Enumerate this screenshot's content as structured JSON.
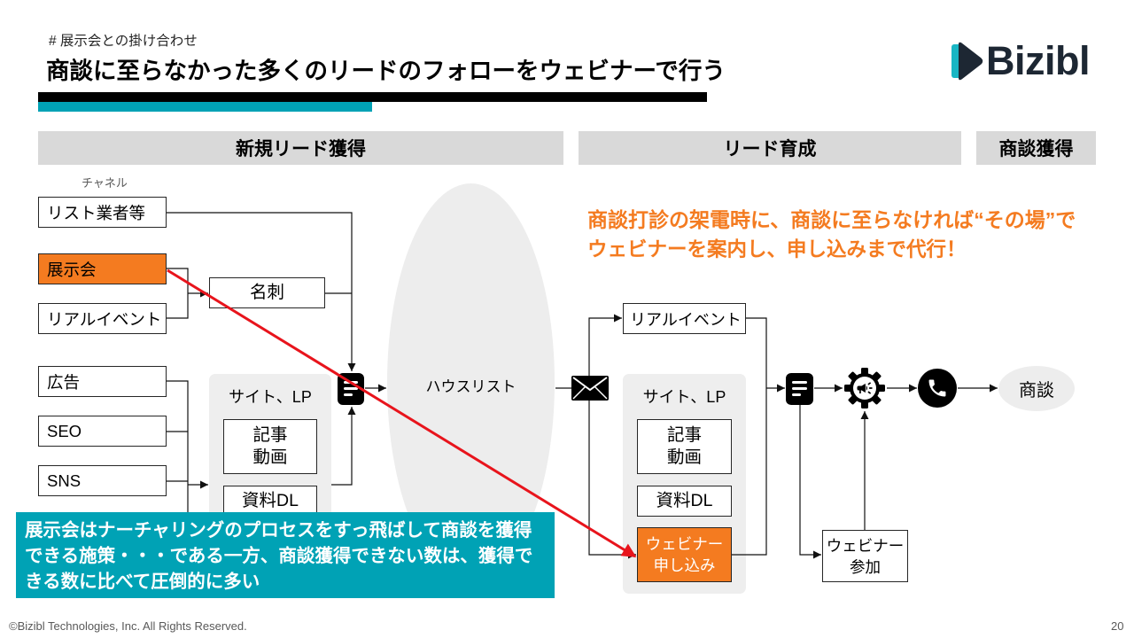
{
  "slide": {
    "section_tag": "# 展示会との掛け合わせ",
    "title": "商談に至らなかった多くのリードのフォローをウェビナーで行う",
    "footer_copyright": "©Bizibl Technologies, Inc. All Rights Reserved.",
    "page_number": "20"
  },
  "logo": {
    "text": "Bizibl",
    "icon": "bizibl-play-logo-icon"
  },
  "phases": {
    "acquisition": "新規リード獲得",
    "nurturing": "リード育成",
    "deal": "商談獲得"
  },
  "channels": {
    "heading": "チャネル",
    "items": [
      {
        "label": "リスト業者等",
        "highlight": false
      },
      {
        "label": "展示会",
        "highlight": true
      },
      {
        "label": "リアルイベント",
        "highlight": false
      },
      {
        "label": "広告",
        "highlight": false
      },
      {
        "label": "SEO",
        "highlight": false
      },
      {
        "label": "SNS",
        "highlight": false
      }
    ]
  },
  "acquisition": {
    "business_card": "名刺",
    "site_panel": {
      "title": "サイト、LP",
      "article_video": [
        "記事",
        "動画"
      ],
      "download": "資料DL"
    },
    "lead_icon": "document-icon"
  },
  "house_list": {
    "label": "ハウスリスト"
  },
  "nurturing": {
    "email_icon": "envelope-icon",
    "real_event": "リアルイベント",
    "site_panel": {
      "title": "サイト、LP",
      "article_video": [
        "記事",
        "動画"
      ],
      "download": "資料DL",
      "webinar_signup": {
        "lines": [
          "ウェビナー",
          "申し込み"
        ],
        "highlight": true
      }
    },
    "lead_icon": "document-icon",
    "webinar_icon": "gear-megaphone-icon",
    "webinar_attend": [
      "ウェビナー",
      "参加"
    ],
    "call_icon": "phone-icon"
  },
  "deal": {
    "label": "商談"
  },
  "callout": {
    "lines": [
      "商談打診の架電時に、商談に至らなければ“その場”で",
      "ウェビナーを案内し、申し込みまで代行！"
    ]
  },
  "note": {
    "lines": [
      "展示会はナーチャリングのプロセスをすっ飛ばして商談を獲得",
      "できる施策・・・である一方、商談獲得できない数は、獲得で",
      "きる数に比べて圧倒的に多い"
    ]
  },
  "colors": {
    "accent_orange": "#f47b20",
    "teal": "#00a2b5",
    "red_arrow": "#e8141c",
    "header_gray": "#d9d9d9",
    "panel_gray": "#eeeeee",
    "logo_navy": "#1d2733",
    "logo_teal": "#19b6c4"
  }
}
